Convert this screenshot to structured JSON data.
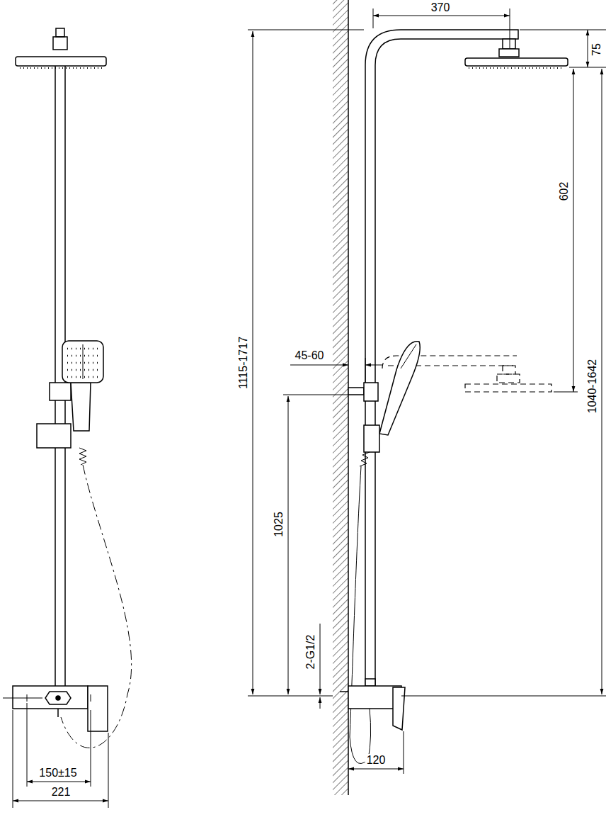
{
  "diagram": {
    "labels": [
      "370",
      "75",
      "602",
      "1115-1717",
      "45-60",
      "1040-1642",
      "1025",
      "2-G1/2",
      "120",
      "150±15",
      "221"
    ]
  }
}
